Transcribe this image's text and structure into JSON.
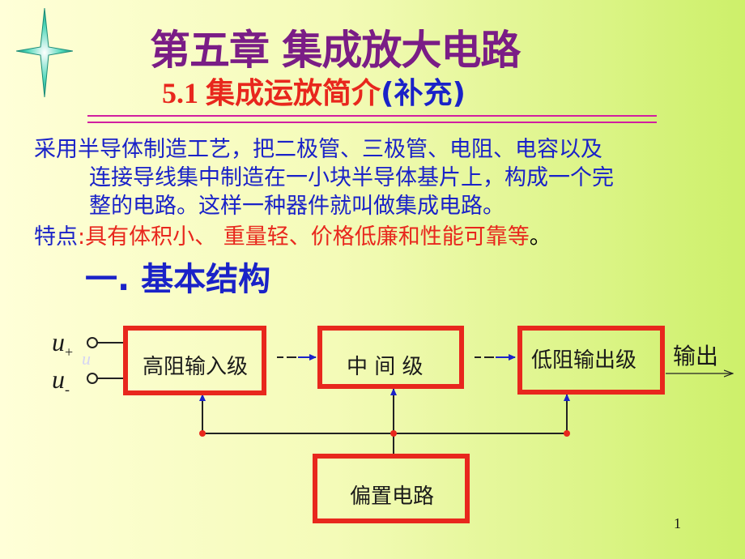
{
  "slide": {
    "title": "第五章 集成放大电路",
    "subtitle_num": "5.1  ",
    "subtitle_main": "集成运放简介",
    "subtitle_suffix": "(补充)",
    "paragraph_lines": [
      "采用半导体制造工艺，把二极管、三极管、电阻、电容以及",
      "连接导线集中制造在一小块半导体基片上，构成一个完",
      "整的电路。这样一种器件就叫做集成电路。"
    ],
    "features_label": "特点",
    "features_colon": ":",
    "features_text": "具有体积小、      重量轻、价格低廉和性能可靠等",
    "features_end": "。",
    "section_heading": "一. 基本结构",
    "page_number": "1"
  },
  "diagram": {
    "input_plus": "u",
    "input_plus_sub": "+",
    "input_minus": "u",
    "input_minus_sub": "-",
    "ghost_label": "u",
    "block_input": "高阻输入级",
    "block_middle": "中 间 级",
    "block_output": "低阻输出级",
    "block_bias": "偏置电路",
    "output_label": "输出"
  },
  "colors": {
    "title": "#7a1d86",
    "accent_red": "#e8271d",
    "accent_blue": "#1a22c8",
    "divider": "#d11fa0"
  }
}
